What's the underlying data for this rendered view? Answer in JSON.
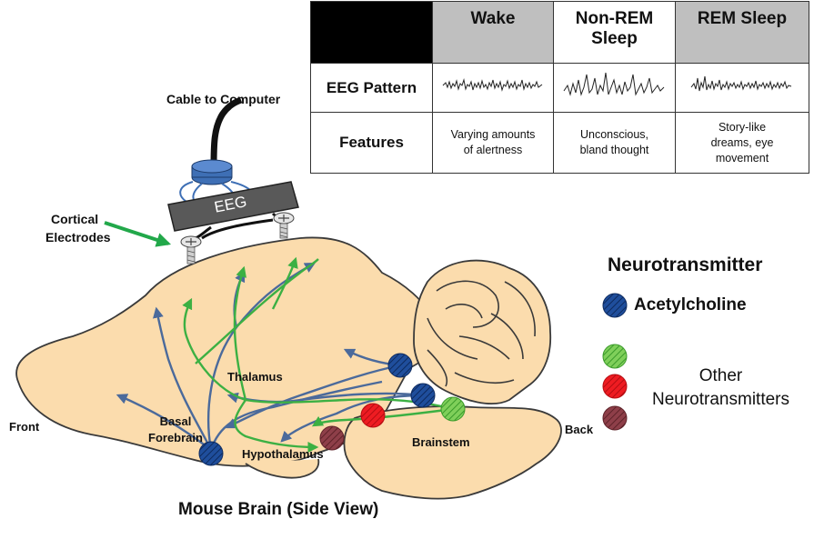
{
  "table": {
    "columns": [
      "Wake",
      "Non-REM Sleep",
      "REM Sleep"
    ],
    "nonrem_line1": "Non-REM",
    "nonrem_line2": "Sleep",
    "rows": [
      {
        "label": "EEG Pattern"
      },
      {
        "label": "Features",
        "cells": [
          "Varying amounts of alertness",
          "Unconscious, bland thought",
          "Story-like dreams, eye movement"
        ]
      }
    ],
    "wake_feat_1": "Varying amounts",
    "wake_feat_2": "of alertness",
    "nrem_feat_1": "Unconscious,",
    "nrem_feat_2": "bland thought",
    "rem_feat_1": "Story-like",
    "rem_feat_2": "dreams, eye",
    "rem_feat_3": "movement"
  },
  "labels": {
    "cable": "Cable to Computer",
    "eeg": "EEG",
    "electrodes_1": "Cortical",
    "electrodes_2": "Electrodes",
    "thalamus": "Thalamus",
    "basal_1": "Basal",
    "basal_2": "Forebrain",
    "hypothalamus": "Hypothalamus",
    "brainstem": "Brainstem",
    "front": "Front",
    "back": "Back",
    "caption": "Mouse Brain (Side View)"
  },
  "legend": {
    "title": "Neurotransmitter",
    "acetylcholine": "Acetylcholine",
    "other_1": "Other",
    "other_2": "Neurotransmitters"
  },
  "colors": {
    "brain": "#fbdcad",
    "outline": "#3a3a3a",
    "blue_path": "#4b6a9b",
    "green_path": "#3cb043",
    "acetylcholine": "#1f4e9c",
    "other_green": "#6cc04a",
    "other_red": "#e8141b",
    "other_maroon": "#8a3a44",
    "arrow": "#22a84a",
    "header_grey": "#bfbfbf"
  }
}
